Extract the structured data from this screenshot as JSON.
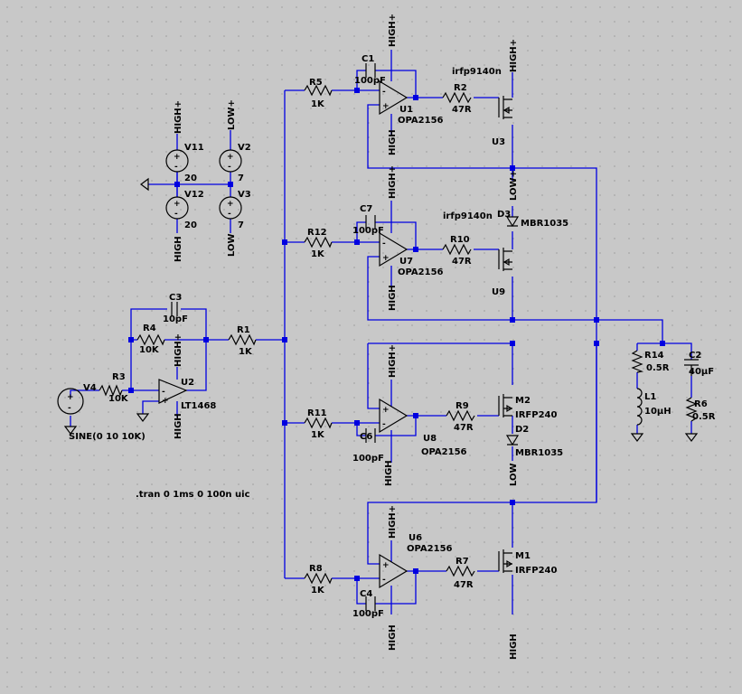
{
  "labels": {
    "c1": "C1",
    "c1v": "100pF",
    "c7": "C7",
    "c7v": "100pF",
    "c6": "C6",
    "c6v": "100pF",
    "c4": "C4",
    "c4v": "100pF",
    "c3": "C3",
    "c3v": "10pF",
    "c2": "C2",
    "c2v": "40µF",
    "r5": "R5",
    "r5v": "1K",
    "r12": "R12",
    "r12v": "1K",
    "r11": "R11",
    "r11v": "1K",
    "r8": "R8",
    "r8v": "1K",
    "r1": "R1",
    "r1v": "1K",
    "r4": "R4",
    "r4v": "10K",
    "r3": "R3",
    "r3v": "10K",
    "r2": "R2",
    "r2v": "47R",
    "r10": "R10",
    "r10v": "47R",
    "r9": "R9",
    "r9v": "47R",
    "r7": "R7",
    "r7v": "47R",
    "r14": "R14",
    "r14v": "0.5R",
    "r6": "R6",
    "r6v": "0.5R",
    "l1": "L1",
    "l1v": "10µH",
    "u1": "U1",
    "u1v": "OPA2156",
    "u7": "U7",
    "u7v": "OPA2156",
    "u8": "U8",
    "u8v": "OPA2156",
    "u6": "U6",
    "u6v": "OPA2156",
    "u2": "U2",
    "u2v": "LT1468",
    "u3": "U3",
    "u3v": "irfp9140n",
    "u9": "U9",
    "u9v": "irfp9140n",
    "m2": "M2",
    "m2v": "IRFP240",
    "m1": "M1",
    "m1v": "IRFP240",
    "d3": "D3",
    "d3v": "MBR1035",
    "d2": "D2",
    "d2v": "MBR1035",
    "v11": "V11",
    "v11v": "20",
    "v12": "V12",
    "v12v": "20",
    "v2": "V2",
    "v2v": "7",
    "v3": "V3",
    "v3v": "7",
    "v4": "V4",
    "v4v": "SINE(0 10 10K)",
    "high_plus": "HIGH+",
    "high": "HIGH",
    "low_plus": "LOW+",
    "low": "LOW",
    "tran": ".tran 0 1ms 0 100n uic"
  }
}
